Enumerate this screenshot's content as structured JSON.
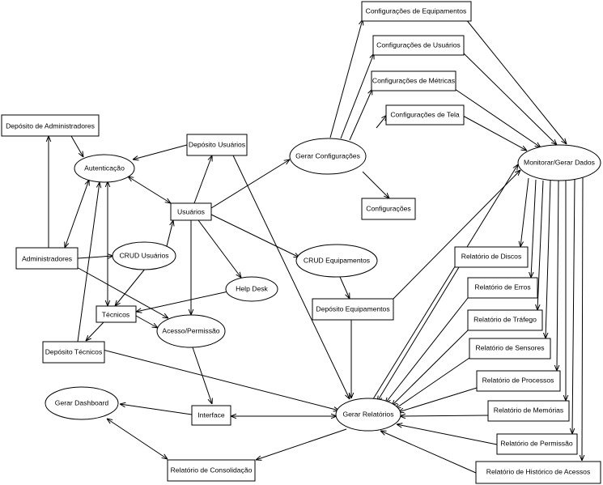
{
  "colors": {
    "background": "#ffffff",
    "stroke": "#000000",
    "text": "#000000"
  },
  "nodes": {
    "deposito_admins": {
      "label": "Depósito de Administradores",
      "shape": "rect"
    },
    "autenticacao": {
      "label": "Autenticação",
      "shape": "ellipse"
    },
    "deposito_usuarios": {
      "label": "Depósito Usuários",
      "shape": "rect"
    },
    "usuarios": {
      "label": "Usuários",
      "shape": "rect"
    },
    "administradores": {
      "label": "Administradores",
      "shape": "rect"
    },
    "crud_usuarios": {
      "label": "CRUD Usuários",
      "shape": "ellipse"
    },
    "tecnicos": {
      "label": "Técnicos",
      "shape": "rect"
    },
    "acesso_permissao": {
      "label": "Acesso/Permissão",
      "shape": "ellipse"
    },
    "help_desk": {
      "label": "Help Desk",
      "shape": "ellipse"
    },
    "deposito_tecnicos": {
      "label": "Depósito Técnicos",
      "shape": "rect"
    },
    "gerar_dashboard": {
      "label": "Gerar Dashboard",
      "shape": "ellipse"
    },
    "interface": {
      "label": "Interface",
      "shape": "rect"
    },
    "relatorio_consolidacao": {
      "label": "Relatório de Consolidação",
      "shape": "rect"
    },
    "gerar_configuracoes": {
      "label": "Gerar Configurações",
      "shape": "ellipse"
    },
    "configuracoes": {
      "label": "Configurações",
      "shape": "rect"
    },
    "config_equipamentos": {
      "label": "Configurações de Equipamentos",
      "shape": "rect"
    },
    "config_usuarios": {
      "label": "Configurações de Usuários",
      "shape": "rect"
    },
    "config_metricas": {
      "label": "Configurações de Métricas",
      "shape": "rect"
    },
    "config_tela": {
      "label": "Configurações de Tela",
      "shape": "rect"
    },
    "crud_equipamentos": {
      "label": "CRUD Equipamentos",
      "shape": "ellipse"
    },
    "deposito_equipamentos": {
      "label": "Depósito Equipamentos",
      "shape": "rect"
    },
    "gerar_relatorios": {
      "label": "Gerar Relatórios",
      "shape": "ellipse"
    },
    "monitorar_gerar_dados": {
      "label": "Monitorar/Gerar Dados",
      "shape": "ellipse"
    },
    "relatorio_discos": {
      "label": "Relatório de Discos",
      "shape": "rect"
    },
    "relatorio_erros": {
      "label": "Relatório de Erros",
      "shape": "rect"
    },
    "relatorio_trafego": {
      "label": "Relatório de Tráfego",
      "shape": "rect"
    },
    "relatorio_sensores": {
      "label": "Relatório de Sensores",
      "shape": "rect"
    },
    "relatorio_processos": {
      "label": "Relatório de Processos",
      "shape": "rect"
    },
    "relatorio_memorias": {
      "label": "Relatório de Memórias",
      "shape": "rect"
    },
    "relatorio_permissao": {
      "label": "Relatório de Permissão",
      "shape": "rect"
    },
    "relatorio_historico": {
      "label": "Relatório de Histórico de Acessos",
      "shape": "rect"
    }
  }
}
